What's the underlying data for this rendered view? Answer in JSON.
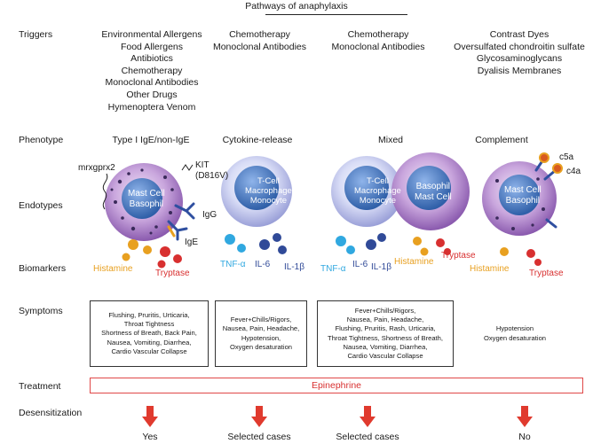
{
  "title": "Pathways of anaphylaxis",
  "row_labels": {
    "triggers": "Triggers",
    "phenotype": "Phenotype",
    "endotypes": "Endotypes",
    "biomarkers": "Biomarkers",
    "symptoms": "Symptoms",
    "treatment": "Treatment",
    "desensitization": "Desensitization"
  },
  "columns": [
    {
      "triggers": [
        "Environmental Allergens",
        "Food Allergens",
        "Antibiotics",
        "Chemotherapy",
        "Monoclonal Antibodies",
        "Other Drugs",
        "Hymenoptera Venom"
      ],
      "phenotype": "Type I IgE/non-IgE",
      "symptoms": [
        "Flushing, Pruritis, Urticaria,",
        "Throat Tightness",
        "Shortness of Breath, Back Pain,",
        "Nausea, Vomiting, Diarrhea,",
        "Cardio Vascular Collapse"
      ],
      "desensitization": "Yes"
    },
    {
      "triggers": [
        "Chemotherapy",
        "Monoclonal Antibodies"
      ],
      "phenotype": "Cytokine-release",
      "symptoms": [
        "Fever+Chills/Rigors,",
        "Nausea, Pain, Headache,",
        "Hypotension,",
        "Oxygen desaturation"
      ],
      "desensitization": "Selected cases"
    },
    {
      "triggers": [
        "Chemotherapy",
        "Monoclonal Antibodies"
      ],
      "phenotype": "Mixed",
      "symptoms": [
        "Fever+Chills/Rigors,",
        "Nausea, Pain, Headache,",
        "Flushing, Pruritis, Rash, Urticaria,",
        "Throat Tightness, Shortness of Breath,",
        "Nausea, Vomiting, Diarrhea,",
        "Cardio Vascular Collapse"
      ],
      "desensitization": "Selected cases"
    },
    {
      "triggers": [
        "Contrast Dyes",
        "Oversulfated chondroitin sulfate",
        "Glycosaminoglycans",
        "Dyalisis Membranes"
      ],
      "phenotype": "Complement",
      "symptoms": [
        "Hypotension",
        "Oxygen desaturation"
      ],
      "desensitization": "No"
    }
  ],
  "treatment": "Epinephrine",
  "endotype_labels": {
    "mast_basophil": [
      "Mast Cell",
      "Basophil"
    ],
    "tcell": [
      "T-Cell",
      "Macrophage",
      "Monocyte"
    ],
    "basophil_mast": [
      "Basophil",
      "Mast Cell"
    ],
    "mrxgprx2": "mrxgprx2",
    "kit": [
      "KIT",
      "(D816V)"
    ],
    "igg": "IgG",
    "ige": "IgE",
    "c5a": "c5a",
    "c4a": "c4a"
  },
  "biomarkers": {
    "histamine": "Histamine",
    "tryptase": "Tryptase",
    "tnf": "TNF-α",
    "il6": "IL-6",
    "il1b": "IL-1β"
  },
  "colors": {
    "mast_cell": "#9c6cc0",
    "tcell": "#9aa0e8",
    "nucleus": "#4a7fc8",
    "histamine": "#e8a020",
    "tryptase": "#d83030",
    "tnf": "#30a8e0",
    "il": "#304a98",
    "treatment_border": "#e04848",
    "arrow": "#e03a2e"
  }
}
